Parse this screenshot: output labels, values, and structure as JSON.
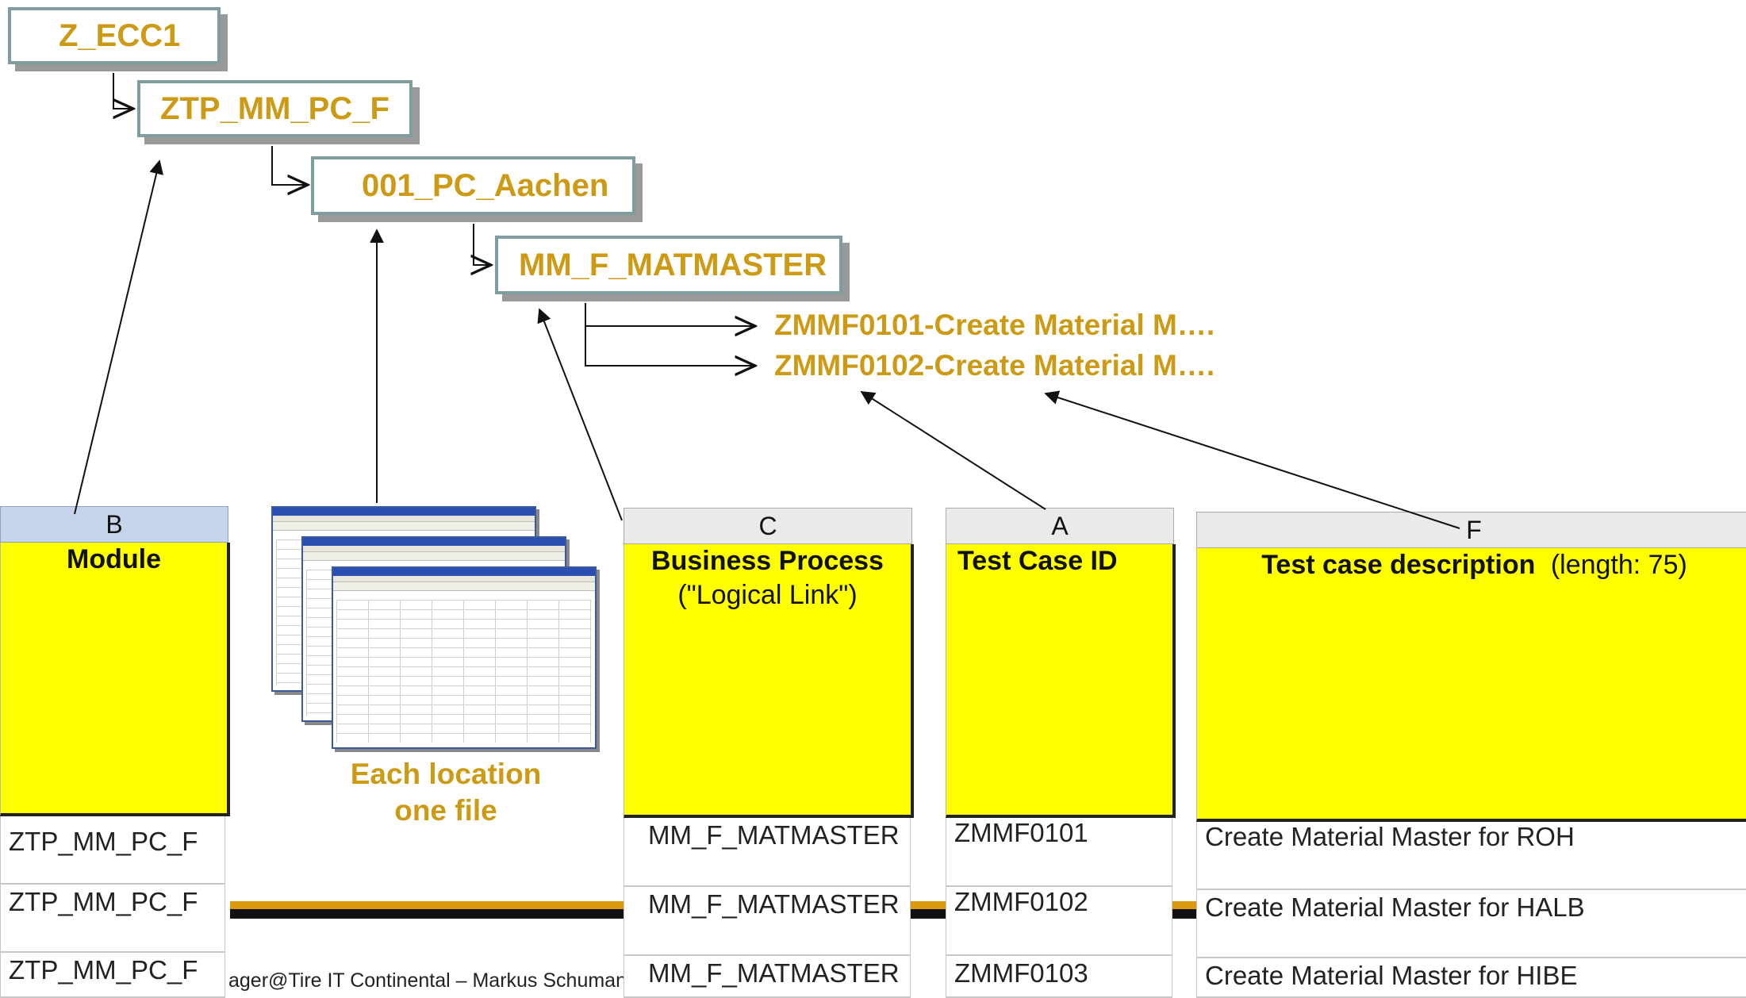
{
  "tree": {
    "root": "Z_ECC1",
    "level1": "ZTP_MM_PC_F",
    "level2": "001_PC_Aachen",
    "level3": "MM_F_MATMASTER",
    "leaves": [
      "ZMMF0101-Create Material M….",
      "ZMMF0102-Create Material M…."
    ]
  },
  "files_caption": {
    "line1": "Each location",
    "line2": "one file"
  },
  "columns": {
    "module": {
      "letter": "B",
      "header": "Module",
      "cells": [
        "ZTP_MM_PC_F",
        "ZTP_MM_PC_F",
        "ZTP_MM_PC_F"
      ]
    },
    "business_process": {
      "letter": "C",
      "header": "Business Process",
      "subheader": "(\"Logical Link\")",
      "cells": [
        "MM_F_MATMASTER",
        "MM_F_MATMASTER",
        "MM_F_MATMASTER"
      ]
    },
    "test_case_id": {
      "letter": "A",
      "header": "Test Case ID",
      "cells": [
        "ZMMF0101",
        "ZMMF0102",
        "ZMMF0103"
      ]
    },
    "description": {
      "letter": "F",
      "header": "Test case description",
      "header_note": "(length: 75)",
      "cells": [
        "Create Material Master for ROH",
        "Create Material Master for HALB",
        "Create Material Master for HIBE"
      ]
    }
  },
  "footer": {
    "text": "ager@Tire IT Continental – Markus Schumann"
  },
  "colors": {
    "node_text": "#cc9a14",
    "node_border": "#7f9c9f",
    "header_fill": "#ffff00",
    "column_letter_fill": "#c5d4ea"
  }
}
